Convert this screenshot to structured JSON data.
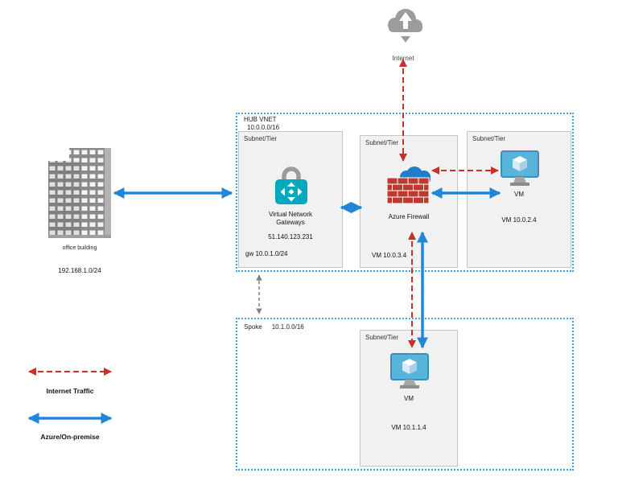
{
  "diagram": {
    "internet": {
      "label": "Internet",
      "icon": "internet-cloud-icon"
    },
    "onpremise": {
      "label": "office building",
      "cidr": "192.168.1.0/24",
      "icon": "office-building-icon"
    },
    "hub": {
      "title": "HUB VNET",
      "cidr": "10.0.0.0/16",
      "gateway_subnet": {
        "label": "Subnet/Tier",
        "name": "Virtual Network Gateways",
        "public_ip": "51.140.123.231",
        "gateway_cidr": "gw 10.0.1.0/24",
        "icon": "vpn-gateway-icon"
      },
      "firewall_subnet": {
        "label": "Subnet/Tier",
        "name": "Azure Firewall",
        "vm_ip": "VM 10.0.3.4",
        "icon": "azure-firewall-icon"
      },
      "vm_subnet": {
        "label": "Subnet/Tier",
        "name": "VM",
        "vm_ip": "VM 10.0.2.4",
        "icon": "vm-icon"
      }
    },
    "spoke": {
      "title": "Spoke",
      "cidr": "10.1.0.0/16",
      "vm_subnet": {
        "label": "Subnet/Tier",
        "name": "VM",
        "vm_ip": "VM 10.1.1.4",
        "icon": "vm-icon"
      }
    }
  },
  "legend": {
    "items": [
      {
        "label": "Internet Traffic",
        "style": "red-dashed-arrow"
      },
      {
        "label": "Azure/On-premise",
        "style": "blue-solid-arrow"
      }
    ]
  },
  "colors": {
    "internet_traffic": "#c7302b",
    "azure_onpremise": "#2186d7",
    "vnet_border": "#41a1dc",
    "subnet_fill": "#f1f1f1",
    "subnet_border": "#c5c5c5",
    "inter_vnet_link": "#808080",
    "gateway_teal": "#00a9bc",
    "firewall_brick": "#bc3a2e",
    "azure_cloud_blue": "#1e7ec8",
    "vm_screen_blue": "#59b4d9"
  }
}
